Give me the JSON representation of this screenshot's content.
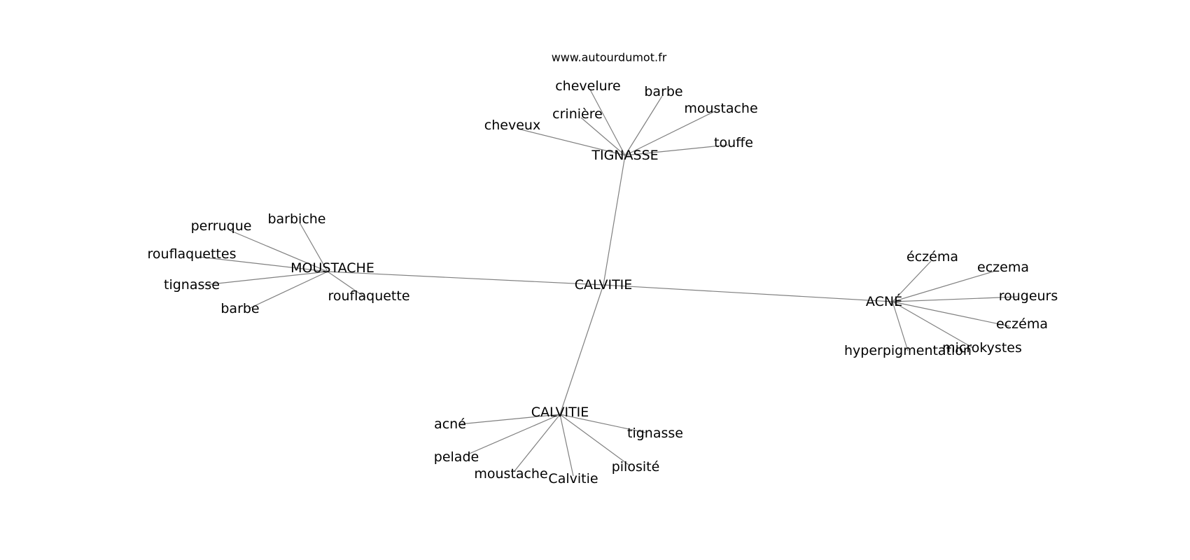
{
  "watermark": "www.autourdumot.fr",
  "graph": {
    "center": "CALVITIE",
    "clusters": [
      {
        "id": "tignasse",
        "label": "TIGNASSE",
        "leaves": [
          "cheveux",
          "crinière",
          "chevelure",
          "barbe",
          "moustache",
          "touffe"
        ]
      },
      {
        "id": "moustache",
        "label": "MOUSTACHE",
        "leaves": [
          "perruque",
          "barbiche",
          "rouflaquettes",
          "tignasse",
          "barbe",
          "rouflaquette"
        ]
      },
      {
        "id": "acne",
        "label": "ACNÉ",
        "leaves": [
          "éczéma",
          "eczema",
          "rougeurs",
          "eczéma",
          "microkystes",
          "hyperpigmentation"
        ]
      },
      {
        "id": "calvitie",
        "label": "CALVITIE",
        "leaves": [
          "acné",
          "pelade",
          "moustache",
          "Calvitie",
          "pilosité",
          "tignasse"
        ]
      }
    ]
  },
  "colors": {
    "edge": "#808080",
    "text": "#000000",
    "background": "#ffffff"
  }
}
